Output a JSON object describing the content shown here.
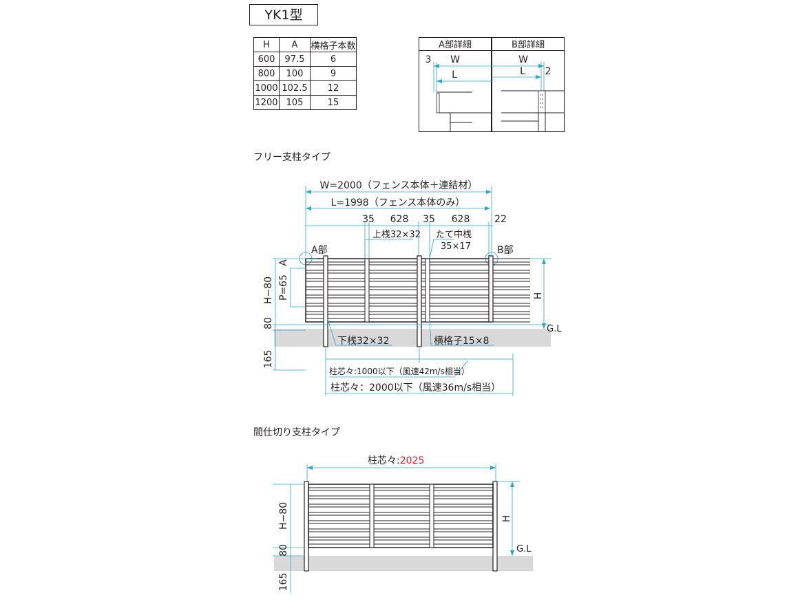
{
  "model_title": "YK1型",
  "spec_table": {
    "headers": [
      "H",
      "A",
      "横格子本数"
    ],
    "rows": [
      [
        "600",
        "97.5",
        "6"
      ],
      [
        "800",
        "100",
        "9"
      ],
      [
        "1000",
        "102.5",
        "12"
      ],
      [
        "1200",
        "105",
        "15"
      ]
    ]
  },
  "detail_a": {
    "title": "A部詳細",
    "gap": "3",
    "w": "W",
    "l": "L"
  },
  "detail_b": {
    "title": "B部詳細",
    "gap": "2",
    "w": "W",
    "l": "L"
  },
  "free_post": {
    "section_title": "フリー支柱タイプ",
    "w_dim": "W=2000（フェンス本体＋連結材）",
    "l_dim": "L=1998（フェンス本体のみ）",
    "segments": [
      "35",
      "628",
      "35",
      "628",
      "22"
    ],
    "a_part": "A部",
    "b_part": "B部",
    "top_rail": "上桟32×32",
    "mid_post": "たて中桟",
    "mid_post_size": "35×17",
    "bottom_rail": "下桟32×32",
    "slat": "横格子15×8",
    "dim_a": "A",
    "dim_p": "P=65",
    "dim_h80": "H−80",
    "dim_80": "80",
    "dim_165": "165",
    "dim_h": "H",
    "gl": "G.L",
    "post_pitch_1": "柱芯々:1000以下（風速42m/s相当）",
    "post_pitch_2": "柱芯々：2000以下（風速36m/s相当）"
  },
  "partition_post": {
    "section_title": "間仕切り支柱タイプ",
    "pitch_label": "柱芯々:",
    "pitch_value": "2025",
    "pitch_color": "#e0202a",
    "dim_h80": "H−80",
    "dim_80": "80",
    "dim_165": "165",
    "dim_h": "H",
    "gl": "G.L"
  }
}
